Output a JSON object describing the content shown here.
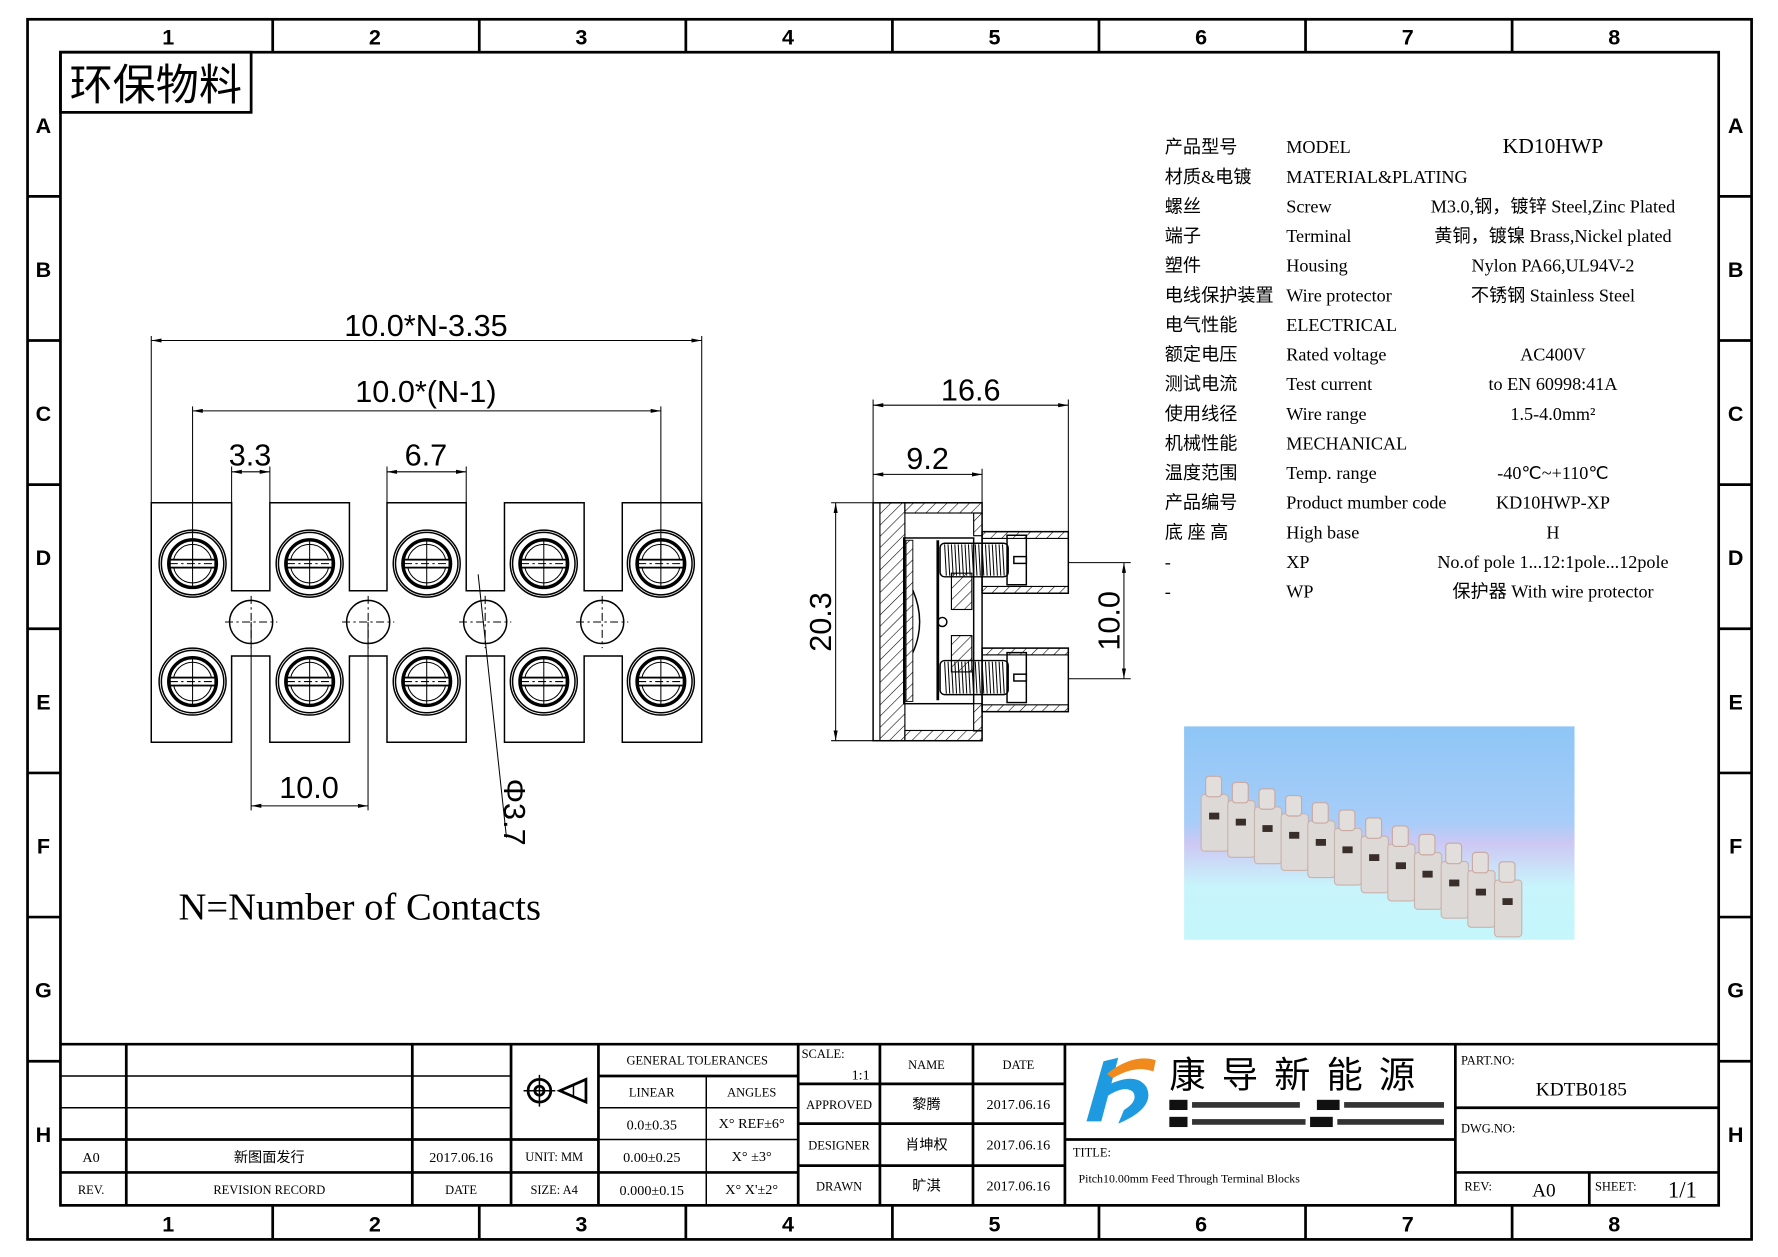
{
  "stamp": "环保物料",
  "border": {
    "columns": [
      "1",
      "2",
      "3",
      "4",
      "5",
      "6",
      "7",
      "8"
    ],
    "rows": [
      "A",
      "B",
      "C",
      "D",
      "E",
      "F",
      "G",
      "H"
    ]
  },
  "front_view": {
    "dims": {
      "overall": "10.0*N-3.35",
      "pitch_span": "10.0*(N-1)",
      "slot": "3.3",
      "gap": "6.7",
      "pitch": "10.0",
      "hole": "Φ3.7"
    },
    "contacts_shown": 5,
    "note": "N=Number of Contacts"
  },
  "side_view": {
    "dims": {
      "depth": "16.6",
      "body": "9.2",
      "height": "20.3",
      "row_pitch": "10.0"
    }
  },
  "specs": [
    {
      "cn": "产品型号",
      "en": "MODEL",
      "value": "KD10HWP"
    },
    {
      "cn": "材质&电镀",
      "en": "MATERIAL&PLATING",
      "value": ""
    },
    {
      "cn": "螺丝",
      "en": "Screw",
      "value": "M3.0,钢，镀锌 Steel,Zinc Plated"
    },
    {
      "cn": "端子",
      "en": "Terminal",
      "value": "黄铜，镀镍 Brass,Nickel plated"
    },
    {
      "cn": "塑件",
      "en": "Housing",
      "value": "Nylon PA66,UL94V-2"
    },
    {
      "cn": "电线保护装置",
      "en": "Wire protector",
      "value": "不锈钢 Stainless Steel"
    },
    {
      "cn": "电气性能",
      "en": "ELECTRICAL",
      "value": ""
    },
    {
      "cn": "额定电压",
      "en": "Rated voltage",
      "value": "AC400V"
    },
    {
      "cn": "测试电流",
      "en": "Test current",
      "value": "to EN 60998:41A"
    },
    {
      "cn": "使用线径",
      "en": "Wire range",
      "value": "1.5-4.0mm²"
    },
    {
      "cn": "机械性能",
      "en": "MECHANICAL",
      "value": ""
    },
    {
      "cn": "温度范围",
      "en": "Temp. range",
      "value": "-40℃~+110℃"
    },
    {
      "cn": "产品编号",
      "en": "Product mumber code",
      "value": "KD10HWP-XP"
    },
    {
      "cn": "底 座 高",
      "en": "High base",
      "value": "H"
    },
    {
      "cn": "-",
      "en": "XP",
      "value": "No.of pole 1...12:1pole...12pole"
    },
    {
      "cn": "-",
      "en": "WP",
      "value": "保护器 With wire protector"
    }
  ],
  "title_block": {
    "revisions": [
      {
        "rev": "A0",
        "record": "新图面发行",
        "date": "2017.06.16"
      }
    ],
    "rev_header": "REV.",
    "record_header": "REVISION RECORD",
    "date_header": "DATE",
    "unit": "UNIT: MM",
    "size": "SIZE: A4",
    "tolerances": {
      "title": "GENERAL TOLERANCES",
      "linear": "LINEAR",
      "angles": "ANGLES",
      "rows": [
        {
          "linear": "0.0±0.35",
          "angle": "X° REF±6°"
        },
        {
          "linear": "0.00±0.25",
          "angle": "X° ±3°"
        },
        {
          "linear": "0.000±0.15",
          "angle": "X° X'±2°"
        }
      ]
    },
    "scale_label": "SCALE:",
    "scale_value": "1:1",
    "name_header": "NAME",
    "date_col_header": "DATE",
    "approvals": [
      {
        "role": "APPROVED",
        "name": "黎腾",
        "date": "2017.06.16"
      },
      {
        "role": "DESIGNER",
        "name": "肖坤权",
        "date": "2017.06.16"
      },
      {
        "role": "DRAWN",
        "name": "旷淇",
        "date": "2017.06.16"
      }
    ],
    "company": "康 导 新 能 源",
    "title_label": "TITLE:",
    "title": "Pitch10.00mm Feed Through Terminal Blocks",
    "part_no_label": "PART.NO:",
    "part_no": "KDTB0185",
    "dwg_no_label": "DWG.NO:",
    "rev_label": "REV:",
    "rev_value": "A0",
    "sheet_label": "SHEET:",
    "sheet_value": "1/1"
  },
  "colors": {
    "logo_blue": "#1e9be0",
    "logo_orange": "#f08a1c"
  }
}
